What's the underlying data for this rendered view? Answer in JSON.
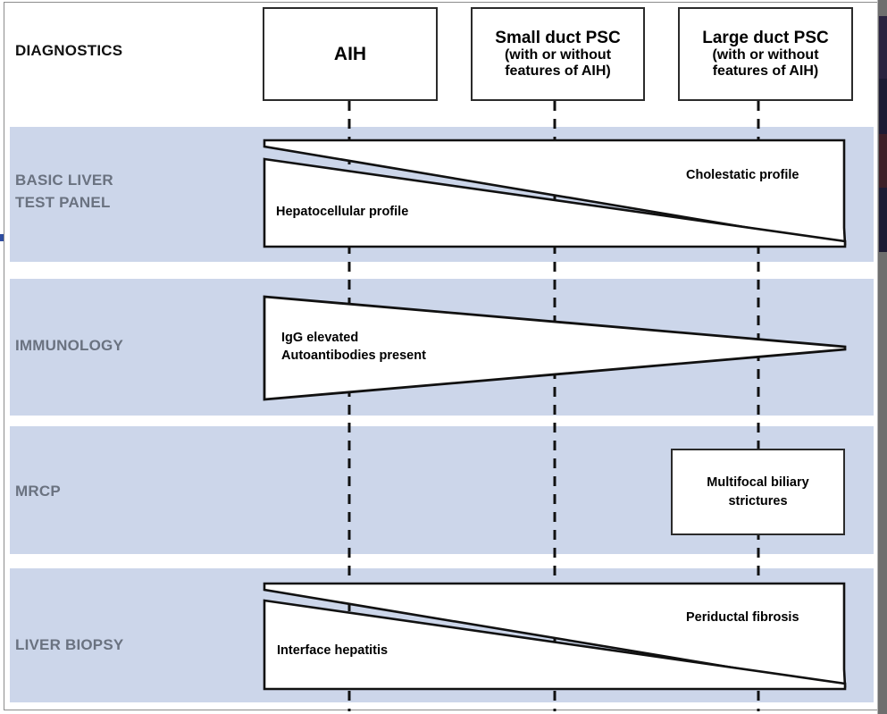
{
  "diagram": {
    "title": "DIAGNOSTICS",
    "colors": {
      "band_blue": "#ccd6ea",
      "row_label_gray": "#6a7280",
      "shape_stroke": "#1a1a1a",
      "shape_fill": "#ffffff",
      "box_border": "#2b2b2b"
    },
    "columns": [
      {
        "id": "aih",
        "line1": "AIH",
        "line2": "",
        "line3": ""
      },
      {
        "id": "small-duct-psc",
        "line1": "Small duct PSC",
        "line2": "(with or without",
        "line3": "features of AIH)"
      },
      {
        "id": "large-duct-psc",
        "line1": "Large duct PSC",
        "line2": "(with or without",
        "line3": "features of AIH)"
      }
    ],
    "rows": [
      {
        "id": "basic-liver-test-panel",
        "label_line1": "BASIC LIVER",
        "label_line2": "TEST PANEL",
        "shapes": [
          {
            "id": "cholestatic-profile",
            "label": "Cholestatic profile",
            "form": "wedge-narrowing-left"
          },
          {
            "id": "hepatocellular-profile",
            "label": "Hepatocellular profile",
            "form": "wedge-narrowing-right"
          }
        ]
      },
      {
        "id": "immunology",
        "label_line1": "IMMUNOLOGY",
        "label_line2": "",
        "shapes": [
          {
            "id": "immunology-triangle",
            "label": "IgG elevated\nAutoantibodies present",
            "label_line1": "IgG elevated",
            "label_line2": "Autoantibodies present",
            "form": "triangle-pointing-right"
          }
        ]
      },
      {
        "id": "mrcp",
        "label_line1": "MRCP",
        "label_line2": "",
        "shapes": [
          {
            "id": "multifocal-biliary-strictures",
            "label_line1": "Multifocal biliary",
            "label_line2": "strictures",
            "form": "rectangle"
          }
        ]
      },
      {
        "id": "liver-biopsy",
        "label_line1": "LIVER BIOPSY",
        "label_line2": "",
        "shapes": [
          {
            "id": "periductal-fibrosis",
            "label": "Periductal fibrosis",
            "form": "wedge-narrowing-left"
          },
          {
            "id": "interface-hepatitis",
            "label": "Interface hepatitis",
            "form": "wedge-narrowing-right"
          }
        ]
      }
    ]
  }
}
